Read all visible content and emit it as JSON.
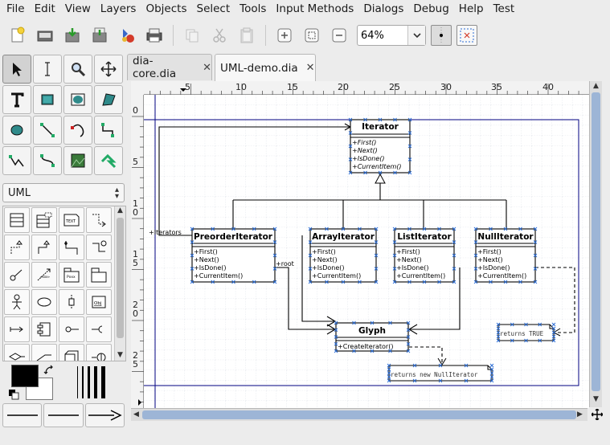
{
  "menubar": {
    "items": [
      "File",
      "Edit",
      "View",
      "Layers",
      "Objects",
      "Select",
      "Tools",
      "Input Methods",
      "Dialogs",
      "Debug",
      "Help",
      "Test"
    ]
  },
  "toolbar": {
    "zoom": "64%"
  },
  "sheet": {
    "selected": "UML"
  },
  "tabs": [
    {
      "label": "dia-core.dia",
      "active": false
    },
    {
      "label": "UML-demo.dia",
      "active": true
    }
  ],
  "rulers": {
    "horizontal": [
      "5",
      "10",
      "15",
      "20",
      "25",
      "30",
      "35",
      "40"
    ],
    "vertical": [
      "0",
      "5",
      "1\n0",
      "1\n5",
      "2\n0",
      "2\n5"
    ]
  },
  "diagram": {
    "classes": [
      {
        "name": "Iterator",
        "ops": [
          "+First()",
          "+Next()",
          "+IsDone()",
          "+CurrentItem()"
        ],
        "abstract": true
      },
      {
        "name": "PreorderIterator",
        "ops": [
          "+First()",
          "+Next()",
          "+IsDone()",
          "+CurrentItem()"
        ],
        "abstract": false
      },
      {
        "name": "ArrayIterator",
        "ops": [
          "+First()",
          "+Next()",
          "+IsDone()",
          "+CurrentItem()"
        ],
        "abstract": false
      },
      {
        "name": "ListIterator",
        "ops": [
          "+First()",
          "+Next()",
          "+IsDone()",
          "+CurrentItem()"
        ],
        "abstract": false
      },
      {
        "name": "NullIterator",
        "ops": [
          "+First()",
          "+Next()",
          "+IsDone()",
          "+CurrentItem()"
        ],
        "abstract": false
      },
      {
        "name": "Glyph",
        "ops": [
          "+CreateIterator()"
        ],
        "abstract": false
      }
    ],
    "notes": [
      "returns TRUE",
      "returns new NullIterator"
    ],
    "labels": [
      "+Iterators",
      "+root"
    ]
  },
  "colors": {
    "page_border": "#000080",
    "selection_handle": "#2a6cd6",
    "scroll_thumb": "#9db5d6"
  }
}
